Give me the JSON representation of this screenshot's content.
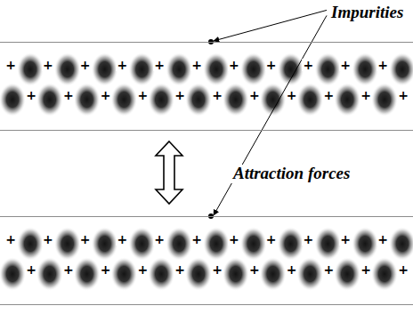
{
  "diagram": {
    "nodes": [
      {
        "text": [
          "+",
          "+",
          "+",
          "+",
          "+",
          "+",
          "+",
          "+",
          "+",
          "+",
          "+",
          "+",
          "+",
          "+",
          "+",
          "+",
          "+",
          "+",
          "+",
          "+",
          "+",
          "+"
        ]
      },
      {
        "text": [
          "+",
          "+",
          "+",
          "+",
          "+",
          "+",
          "+",
          "+",
          "+",
          "+",
          "+",
          "+",
          "+",
          "+",
          "+",
          "+",
          "+",
          "+",
          "+",
          "+",
          "+",
          "+"
        ]
      }
    ],
    "edges": [
      {
        "from": 0,
        "to": 1,
        "arrow": "both"
      }
    ],
    "labels": [
      "Impurities",
      "Attraction forces"
    ]
  }
}
